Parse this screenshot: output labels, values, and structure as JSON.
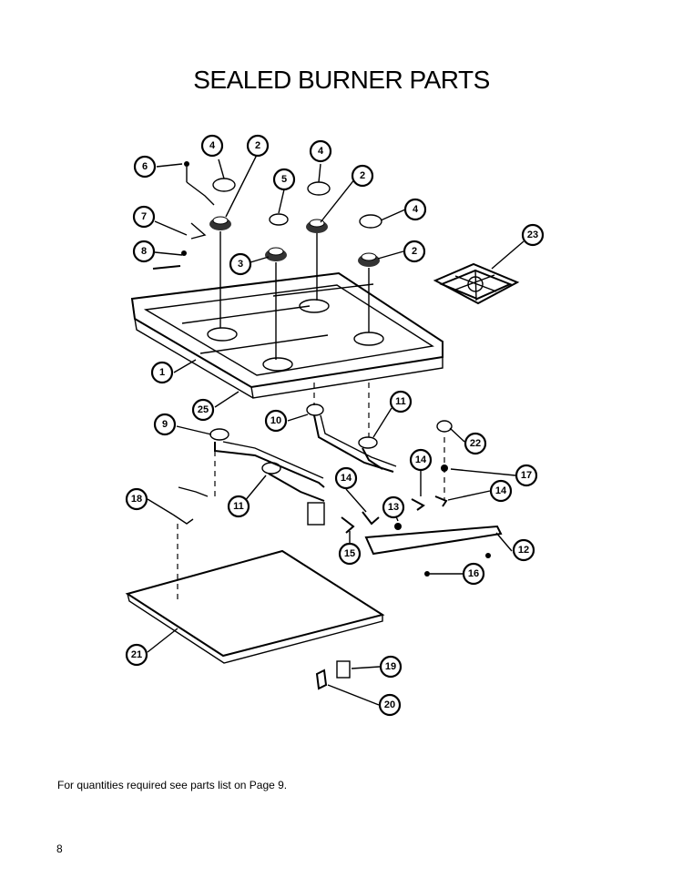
{
  "title": "SEALED BURNER PARTS",
  "note": "For quantities required see parts list on Page 9.",
  "page_number": "8",
  "callouts": [
    {
      "id": "6",
      "label": "6"
    },
    {
      "id": "4a",
      "label": "4"
    },
    {
      "id": "2a",
      "label": "2"
    },
    {
      "id": "4b",
      "label": "4"
    },
    {
      "id": "5",
      "label": "5"
    },
    {
      "id": "2b",
      "label": "2"
    },
    {
      "id": "4c",
      "label": "4"
    },
    {
      "id": "7",
      "label": "7"
    },
    {
      "id": "8",
      "label": "8"
    },
    {
      "id": "3",
      "label": "3"
    },
    {
      "id": "2c",
      "label": "2"
    },
    {
      "id": "23",
      "label": "23"
    },
    {
      "id": "1",
      "label": "1"
    },
    {
      "id": "25",
      "label": "25"
    },
    {
      "id": "10",
      "label": "10"
    },
    {
      "id": "11a",
      "label": "11"
    },
    {
      "id": "9",
      "label": "9"
    },
    {
      "id": "22",
      "label": "22"
    },
    {
      "id": "14a",
      "label": "14"
    },
    {
      "id": "17",
      "label": "17"
    },
    {
      "id": "14b",
      "label": "14"
    },
    {
      "id": "14c",
      "label": "14"
    },
    {
      "id": "18",
      "label": "18"
    },
    {
      "id": "11b",
      "label": "11"
    },
    {
      "id": "13",
      "label": "13"
    },
    {
      "id": "15",
      "label": "15"
    },
    {
      "id": "12",
      "label": "12"
    },
    {
      "id": "16",
      "label": "16"
    },
    {
      "id": "21",
      "label": "21"
    },
    {
      "id": "19",
      "label": "19"
    },
    {
      "id": "20",
      "label": "20"
    }
  ]
}
